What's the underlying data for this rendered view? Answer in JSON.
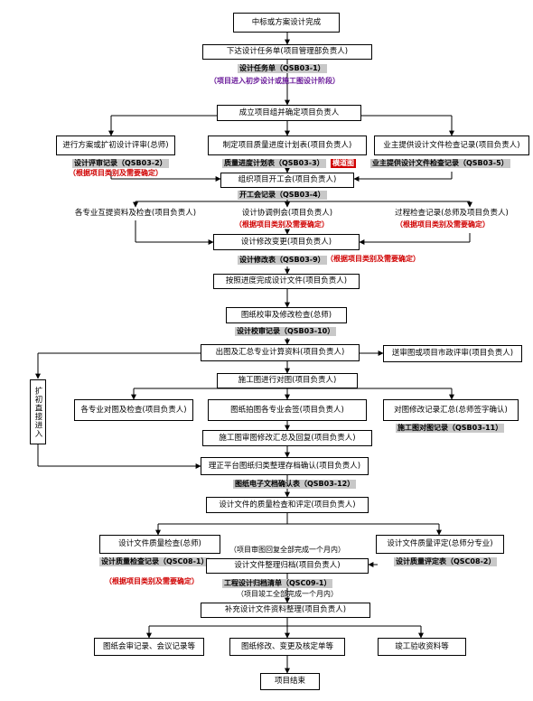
{
  "nodes": {
    "n1": "中标或方案设计完成",
    "n2": "下达设计任务单(项目管理部负责人)",
    "n3": "成立项目组并确定项目负责人",
    "n4": "进行方案或扩初设计评审(总师)",
    "n5": "制定项目质量进度计划表(项目负责人)",
    "n6": "业主提供设计文件检查记录(项目负责人)",
    "n7": "组织项目开工会(项目负责人)",
    "n8": "各专业互提资料及检查(项目负责人)",
    "n9": "设计协调例会(项目负责人)",
    "n10": "过程检查记录(总师及项目负责人)",
    "n11": "设计修改变更(项目负责人)",
    "n12": "按照进度完成设计文件(项目负责人)",
    "n13": "图纸校审及修改检查(总师)",
    "n14": "出图及汇总专业计算资料(项目负责人)",
    "n15": "送审图或项目市政评审(项目负责人)",
    "n16": "施工图进行对图(项目负责人)",
    "n17": "各专业对图及检查(项目负责人)",
    "n18": "图纸拍图各专业会签(项目负责人)",
    "n19": "对图修改记录汇总(总师签字确认)",
    "n20": "施工图审图修改汇总及回复(项目负责人)",
    "n21": "理正平台图纸归类整理存档确认(项目负责人)",
    "n22": "设计文件的质量检查和评定(项目负责人)",
    "n23": "设计文件质量检查(总师)",
    "n24": "设计文件质量评定(总师分专业)",
    "n25": "设计文件整理归档(项目负责人)",
    "n26": "补充设计文件资料整理(项目负责人)",
    "n27": "图纸会审记录、会议记录等",
    "n28": "图纸修改、变更及核定单等",
    "n29": "竣工验收资料等",
    "n30": "项目结束",
    "side": "扩初直接进入"
  },
  "labels": {
    "l1": "设计任务单（QSB03-1）",
    "l2": "（项目进入初步设计或施工图设计阶段）",
    "l3": "设计评审记录（QSB03-2）",
    "l4": "（根据项目类别及需要确定）",
    "l5": "质量进度计划表（QSB03-3）",
    "l6": "横道图",
    "l7": "业主提供设计文件检查记录（QSB03-5）",
    "l8": "开工会记录（QSB03-4）",
    "l9": "（根据项目类别及需要确定）",
    "l10": "（根据项目类别及需要确定）",
    "l11": "设计修改表（QSB03-9）",
    "l12": "（根据项目类别及需要确定）",
    "l13": "设计校审记录（QSB03-10）",
    "l14": "施工图对图记录（QSB03-11）",
    "l15": "图纸电子文档确认表（QSB03-12）",
    "l16": "（项目审图回复全部完成一个月内）",
    "l17": "设计质量检查记录（QSC08-1）",
    "l18": "设计质量评定表（QSC08-2）",
    "l19": "（根据项目类别及需要确定）",
    "l20": "工程设计归档清单（QSC09-1）",
    "l21": "（项目竣工全部完成一个月内）"
  }
}
